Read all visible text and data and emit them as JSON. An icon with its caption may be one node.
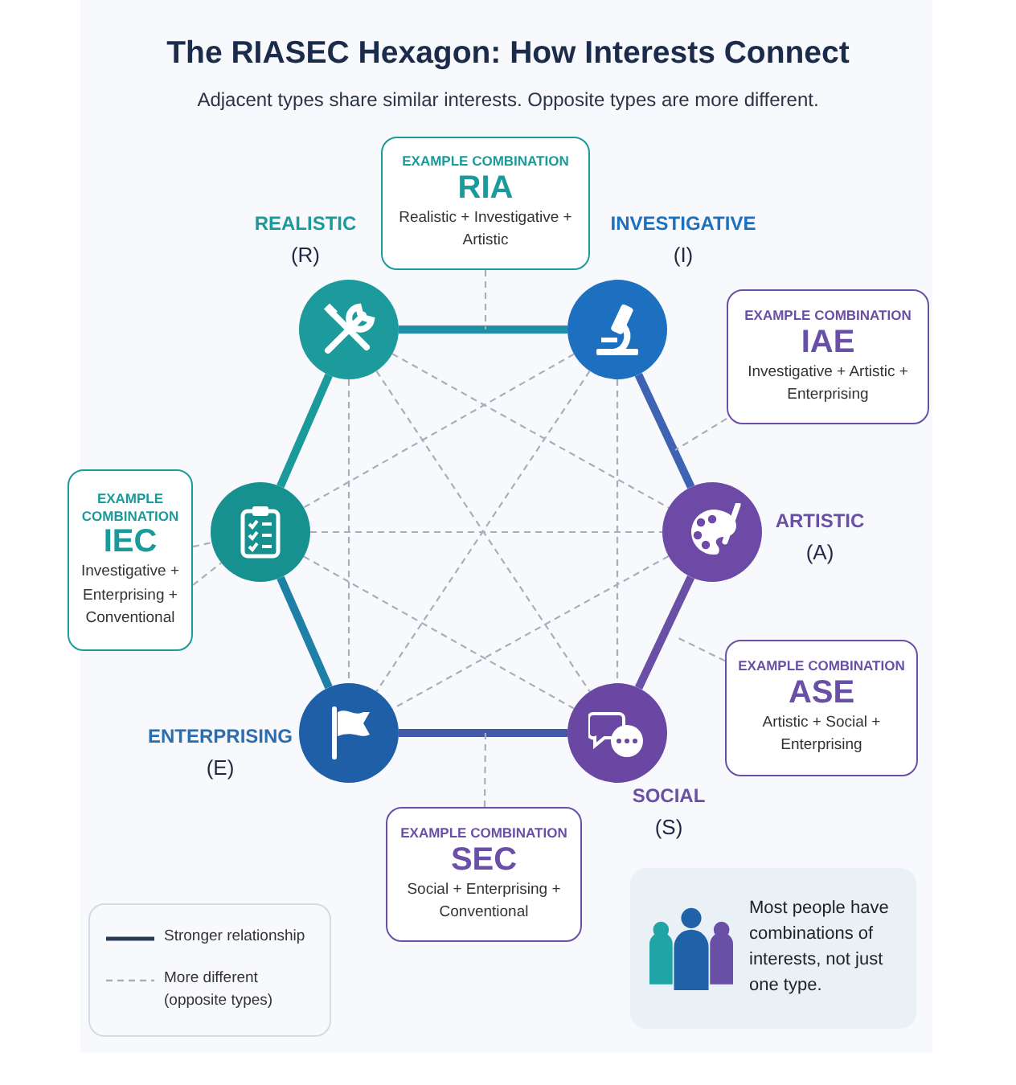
{
  "diagram": {
    "title": "The RIASEC Hexagon: How Interests Connect",
    "caption": "Adjacent types share similar interests. Opposite types are more different.",
    "nodes": [
      {
        "text": [
          "EXAMPLE COMBINATION",
          "RIA",
          "Realistic + Investigative + Artistic"
        ]
      },
      {
        "text": [],
        "shape": "circle",
        "beside": [
          "REALISTIC",
          "(R)"
        ]
      },
      {
        "text": [],
        "shape": "circle",
        "beside": [
          "INVESTIGATIVE",
          "(I)"
        ]
      },
      {
        "text": [
          "EXAMPLE COMBINATION",
          "IAE",
          "Investigative + Artistic + Enterprising"
        ]
      },
      {
        "text": [
          "EXAMPLE COMBINATION",
          "IEC",
          "Investigative + Enterprising + Conventional"
        ]
      },
      {
        "text": [],
        "shape": "circle"
      },
      {
        "text": [],
        "shape": "circle",
        "beside": [
          "ARTISTIC",
          "(A)"
        ]
      },
      {
        "text": [],
        "shape": "circle",
        "beside": [
          "ENTERPRISING",
          "(E)"
        ]
      },
      {
        "text": [
          "EXAMPLE COMBINATION",
          "ASE",
          "Artistic + Social + Enterprising"
        ]
      },
      {
        "text": [],
        "shape": "circle",
        "beside": [
          "SOCIAL",
          "(S)"
        ]
      },
      {
        "text": [
          "EXAMPLE COMBINATION",
          "SEC",
          "Social + Enterprising + Conventional"
        ]
      },
      {
        "text": [
          "Most people have combinations of interests, not just one type."
        ]
      }
    ],
    "edges": [
      {
        "from": 1,
        "to": 2,
        "arrow": "none",
        "style": "thick",
        "color": "#1f8fa8"
      },
      {
        "from": 2,
        "to": 6,
        "arrow": "none",
        "style": "thick",
        "color": "#3f63b3"
      },
      {
        "from": 6,
        "to": 9,
        "arrow": "none",
        "style": "thick",
        "color": "#6a4fa6"
      },
      {
        "from": 7,
        "to": 9,
        "arrow": "none",
        "style": "thick",
        "color": "#4458a8"
      },
      {
        "from": 5,
        "to": 7,
        "arrow": "none",
        "style": "thick",
        "color": "#1e80a6"
      },
      {
        "from": 1,
        "to": 5,
        "arrow": "none",
        "style": "thick",
        "color": "#1a9a9a"
      },
      {
        "from": 1,
        "to": 6,
        "arrow": "none",
        "style": "dashed"
      },
      {
        "from": 1,
        "to": 9,
        "arrow": "none",
        "style": "dashed"
      },
      {
        "from": 1,
        "to": 7,
        "arrow": "none",
        "style": "dashed"
      },
      {
        "from": 2,
        "to": 5,
        "arrow": "none",
        "style": "dashed"
      },
      {
        "from": 2,
        "to": 7,
        "arrow": "none",
        "style": "dashed"
      },
      {
        "from": 2,
        "to": 9,
        "arrow": "none",
        "style": "dashed"
      },
      {
        "from": 5,
        "to": 6,
        "arrow": "none",
        "style": "dashed"
      },
      {
        "from": 5,
        "to": 9,
        "arrow": "none",
        "style": "dashed"
      },
      {
        "from": 6,
        "to": 7,
        "arrow": "none",
        "style": "dashed"
      },
      {
        "from": 0,
        "to": null,
        "arrow": "none",
        "style": "dashed"
      },
      {
        "from": 3,
        "to": null,
        "arrow": "none",
        "style": "dashed"
      },
      {
        "from": 4,
        "to": 5,
        "arrow": "none",
        "style": "dashed"
      },
      {
        "from": 4,
        "to": 5,
        "arrow": "none",
        "style": "dashed"
      },
      {
        "from": 8,
        "to": null,
        "arrow": "none",
        "style": "dashed"
      },
      {
        "from": 10,
        "to": null,
        "arrow": "none",
        "style": "dashed"
      }
    ],
    "legend": [
      {
        "text": "Stronger relationship"
      },
      {
        "text": "More different (opposite types)"
      }
    ]
  }
}
